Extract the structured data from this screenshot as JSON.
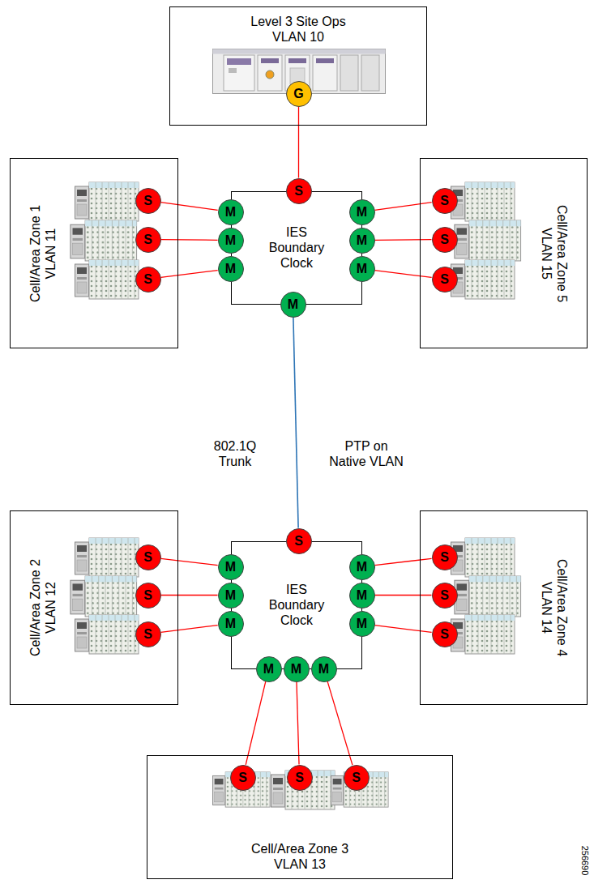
{
  "diagram": {
    "nodes": [
      {
        "text": [
          "Level 3 Site Ops",
          "VLAN 10"
        ]
      },
      {
        "text": [
          "G"
        ],
        "in": 0
      },
      {
        "text": [
          "Cell/Area Zone 1",
          "VLAN 11"
        ]
      },
      {
        "text": [
          "S"
        ],
        "in": 2
      },
      {
        "text": [
          "S"
        ],
        "in": 2
      },
      {
        "text": [
          "S"
        ],
        "in": 2
      },
      {
        "text": [
          "IES Boundary Clock"
        ]
      },
      {
        "text": [
          "S"
        ],
        "in": 6
      },
      {
        "text": [
          "M"
        ],
        "in": 6
      },
      {
        "text": [
          "M"
        ],
        "in": 6
      },
      {
        "text": [
          "M"
        ],
        "in": 6
      },
      {
        "text": [
          "M"
        ],
        "in": 6
      },
      {
        "text": [
          "M"
        ],
        "in": 6
      },
      {
        "text": [
          "M"
        ],
        "in": 6
      },
      {
        "text": [
          "M"
        ],
        "in": 6
      },
      {
        "text": [
          "Cell/Area Zone 5",
          "VLAN 15"
        ]
      },
      {
        "text": [
          "S"
        ],
        "in": 15
      },
      {
        "text": [
          "S"
        ],
        "in": 15
      },
      {
        "text": [
          "S"
        ],
        "in": 15
      },
      {
        "text": [
          "Cell/Area Zone 2",
          "VLAN 12"
        ]
      },
      {
        "text": [
          "S"
        ],
        "in": 19
      },
      {
        "text": [
          "S"
        ],
        "in": 19
      },
      {
        "text": [
          "S"
        ],
        "in": 19
      },
      {
        "text": [
          "IES Boundary Clock"
        ]
      },
      {
        "text": [
          "S"
        ],
        "in": 23
      },
      {
        "text": [
          "M"
        ],
        "in": 23
      },
      {
        "text": [
          "M"
        ],
        "in": 23
      },
      {
        "text": [
          "M"
        ],
        "in": 23
      },
      {
        "text": [
          "M"
        ],
        "in": 23
      },
      {
        "text": [
          "M"
        ],
        "in": 23
      },
      {
        "text": [
          "M"
        ],
        "in": 23
      },
      {
        "text": [
          "M"
        ],
        "in": 23
      },
      {
        "text": [
          "M"
        ],
        "in": 23
      },
      {
        "text": [
          "M"
        ],
        "in": 23
      },
      {
        "text": [
          "Cell/Area Zone 4",
          "VLAN 14"
        ]
      },
      {
        "text": [
          "S"
        ],
        "in": 34
      },
      {
        "text": [
          "S"
        ],
        "in": 34
      },
      {
        "text": [
          "S"
        ],
        "in": 34
      },
      {
        "text": [
          "Cell/Area Zone 3",
          "VLAN 13"
        ]
      },
      {
        "text": [
          "S"
        ],
        "in": 38
      },
      {
        "text": [
          "S"
        ],
        "in": 38
      },
      {
        "text": [
          "S"
        ],
        "in": 38
      }
    ],
    "edges": [
      {
        "from": 1,
        "to": 7,
        "arrow": "none"
      },
      {
        "from": 8,
        "to": 3,
        "arrow": "none"
      },
      {
        "from": 9,
        "to": 4,
        "arrow": "none"
      },
      {
        "from": 10,
        "to": 5,
        "arrow": "none"
      },
      {
        "from": 11,
        "to": 16,
        "arrow": "none"
      },
      {
        "from": 12,
        "to": 17,
        "arrow": "none"
      },
      {
        "from": 13,
        "to": 18,
        "arrow": "none"
      },
      {
        "from": 14,
        "to": 24,
        "arrow": "none"
      },
      {
        "from": 25,
        "to": 20,
        "arrow": "none"
      },
      {
        "from": 26,
        "to": 21,
        "arrow": "none"
      },
      {
        "from": 27,
        "to": 22,
        "arrow": "none"
      },
      {
        "from": 28,
        "to": 35,
        "arrow": "none"
      },
      {
        "from": 29,
        "to": 36,
        "arrow": "none"
      },
      {
        "from": 30,
        "to": 37,
        "arrow": "none"
      },
      {
        "from": 31,
        "to": 39,
        "arrow": "none"
      },
      {
        "from": 32,
        "to": 40,
        "arrow": "none"
      },
      {
        "from": 33,
        "to": 41,
        "arrow": "none"
      }
    ],
    "labels": [
      "802.1Q Trunk",
      "PTP on Native VLAN",
      "256690"
    ]
  }
}
